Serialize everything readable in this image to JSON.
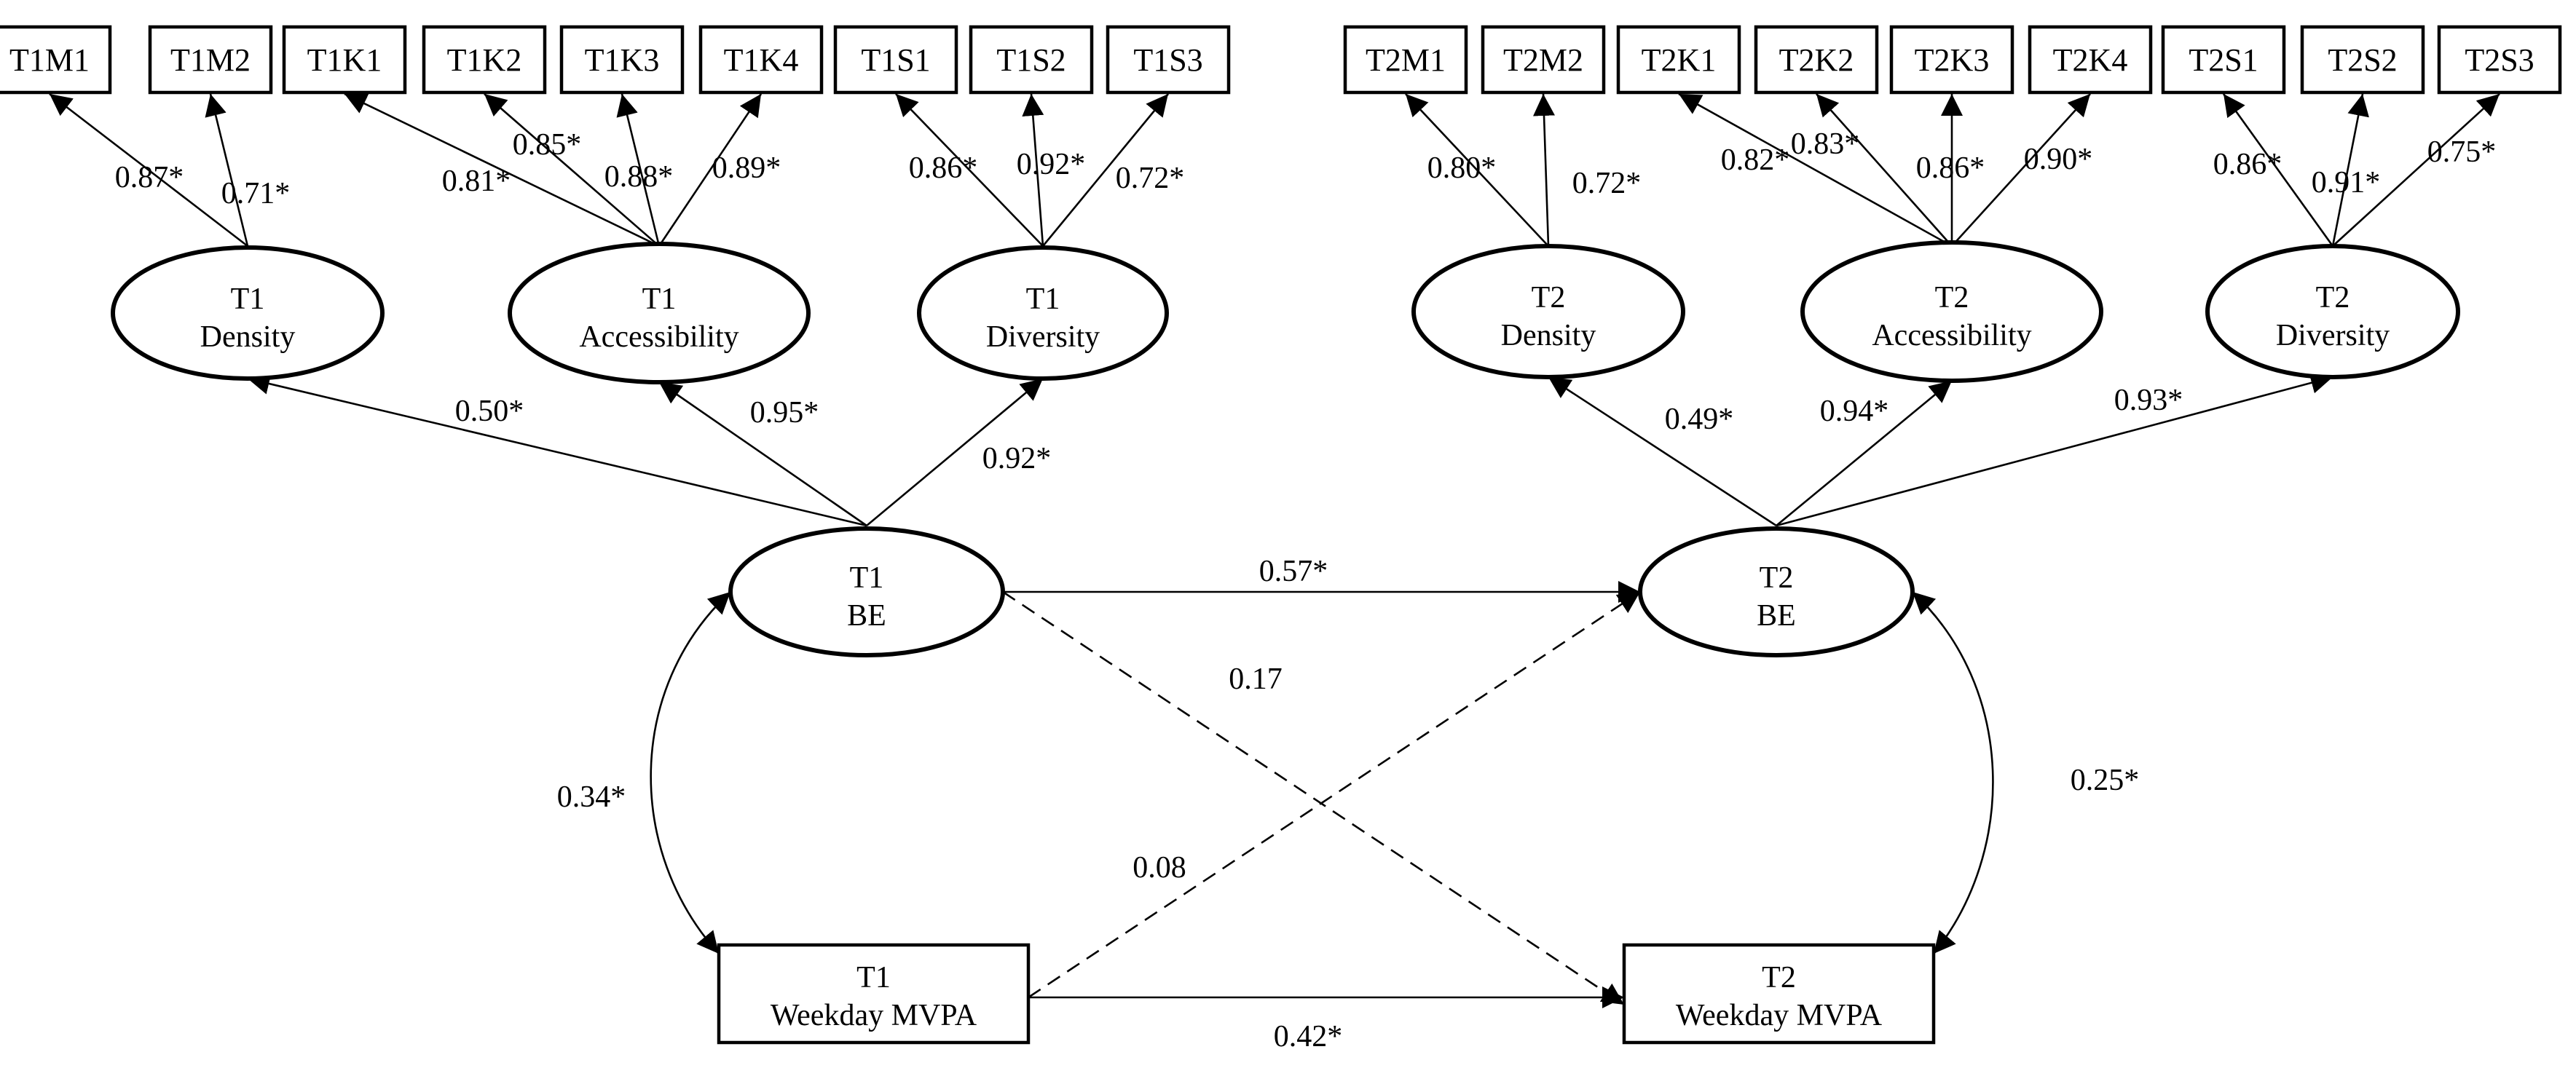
{
  "indicators": [
    {
      "id": "T1M1",
      "label": "T1M1"
    },
    {
      "id": "T1M2",
      "label": "T1M2"
    },
    {
      "id": "T1K1",
      "label": "T1K1"
    },
    {
      "id": "T1K2",
      "label": "T1K2"
    },
    {
      "id": "T1K3",
      "label": "T1K3"
    },
    {
      "id": "T1K4",
      "label": "T1K4"
    },
    {
      "id": "T1S1",
      "label": "T1S1"
    },
    {
      "id": "T1S2",
      "label": "T1S2"
    },
    {
      "id": "T1S3",
      "label": "T1S3"
    },
    {
      "id": "T2M1",
      "label": "T2M1"
    },
    {
      "id": "T2M2",
      "label": "T2M2"
    },
    {
      "id": "T2K1",
      "label": "T2K1"
    },
    {
      "id": "T2K2",
      "label": "T2K2"
    },
    {
      "id": "T2K3",
      "label": "T2K3"
    },
    {
      "id": "T2K4",
      "label": "T2K4"
    },
    {
      "id": "T2S1",
      "label": "T2S1"
    },
    {
      "id": "T2S2",
      "label": "T2S2"
    },
    {
      "id": "T2S3",
      "label": "T2S3"
    }
  ],
  "factors": [
    {
      "id": "t1-density",
      "line1": "T1",
      "line2": "Density"
    },
    {
      "id": "t1-accessibility",
      "line1": "T1",
      "line2": "Accessibility"
    },
    {
      "id": "t1-diversity",
      "line1": "T1",
      "line2": "Diversity"
    },
    {
      "id": "t2-density",
      "line1": "T2",
      "line2": "Density"
    },
    {
      "id": "t2-accessibility",
      "line1": "T2",
      "line2": "Accessibility"
    },
    {
      "id": "t2-diversity",
      "line1": "T2",
      "line2": "Diversity"
    }
  ],
  "be": [
    {
      "id": "t1-be",
      "line1": "T1",
      "line2": "BE"
    },
    {
      "id": "t2-be",
      "line1": "T2",
      "line2": "BE"
    }
  ],
  "mvpa": [
    {
      "id": "t1-mvpa",
      "line1": "T1",
      "line2": "Weekday MVPA"
    },
    {
      "id": "t2-mvpa",
      "line1": "T2",
      "line2": "Weekday MVPA"
    }
  ],
  "loadings": [
    {
      "from": "t1-density",
      "to": "T1M1",
      "value": "0.87*"
    },
    {
      "from": "t1-density",
      "to": "T1M2",
      "value": "0.71*"
    },
    {
      "from": "t1-accessibility",
      "to": "T1K1",
      "value": "0.81*"
    },
    {
      "from": "t1-accessibility",
      "to": "T1K2",
      "value": "0.85*"
    },
    {
      "from": "t1-accessibility",
      "to": "T1K3",
      "value": "0.88*"
    },
    {
      "from": "t1-accessibility",
      "to": "T1K4",
      "value": "0.89*"
    },
    {
      "from": "t1-diversity",
      "to": "T1S1",
      "value": "0.86*"
    },
    {
      "from": "t1-diversity",
      "to": "T1S2",
      "value": "0.92*"
    },
    {
      "from": "t1-diversity",
      "to": "T1S3",
      "value": "0.72*"
    },
    {
      "from": "t2-density",
      "to": "T2M1",
      "value": "0.80*"
    },
    {
      "from": "t2-density",
      "to": "T2M2",
      "value": "0.72*"
    },
    {
      "from": "t2-accessibility",
      "to": "T2K1",
      "value": "0.82*"
    },
    {
      "from": "t2-accessibility",
      "to": "T2K2",
      "value": "0.83*"
    },
    {
      "from": "t2-accessibility",
      "to": "T2K3",
      "value": "0.86*"
    },
    {
      "from": "t2-accessibility",
      "to": "T2K4",
      "value": "0.90*"
    },
    {
      "from": "t2-diversity",
      "to": "T2S1",
      "value": "0.86*"
    },
    {
      "from": "t2-diversity",
      "to": "T2S2",
      "value": "0.91*"
    },
    {
      "from": "t2-diversity",
      "to": "T2S3",
      "value": "0.75*"
    }
  ],
  "second_order": [
    {
      "from": "t1-be",
      "to": "t1-density",
      "value": "0.50*"
    },
    {
      "from": "t1-be",
      "to": "t1-accessibility",
      "value": "0.95*"
    },
    {
      "from": "t1-be",
      "to": "t1-diversity",
      "value": "0.92*"
    },
    {
      "from": "t2-be",
      "to": "t2-density",
      "value": "0.49*"
    },
    {
      "from": "t2-be",
      "to": "t2-accessibility",
      "value": "0.94*"
    },
    {
      "from": "t2-be",
      "to": "t2-diversity",
      "value": "0.93*"
    }
  ],
  "structural": [
    {
      "from": "t1-be",
      "to": "t2-be",
      "value": "0.57*",
      "style": "solid"
    },
    {
      "from": "t1-be",
      "to": "t2-mvpa",
      "value": "0.17",
      "style": "dashed"
    },
    {
      "from": "t1-mvpa",
      "to": "t2-be",
      "value": "0.08",
      "style": "dashed"
    },
    {
      "from": "t1-mvpa",
      "to": "t2-mvpa",
      "value": "0.42*",
      "style": "solid"
    }
  ],
  "covariances": [
    {
      "between": [
        "t1-be",
        "t1-mvpa"
      ],
      "value": "0.34*"
    },
    {
      "between": [
        "t2-be",
        "t2-mvpa"
      ],
      "value": "0.25*"
    }
  ]
}
